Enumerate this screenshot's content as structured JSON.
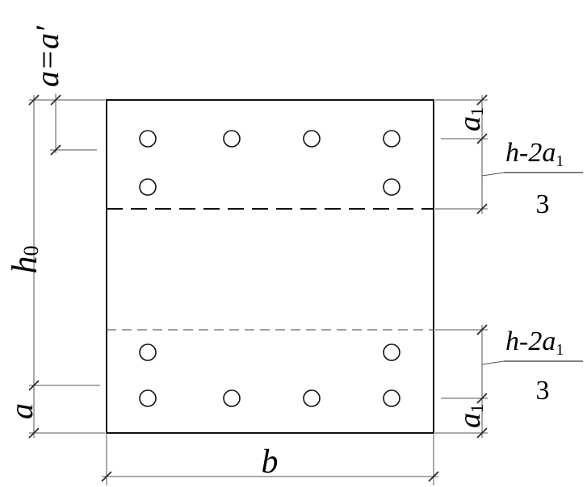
{
  "labels": {
    "top_cover": "a=a′",
    "effective_depth_h": "h",
    "effective_depth_sub": "0",
    "bottom_cover": "a",
    "width": "b",
    "edge_a": "a",
    "edge_a_sub": "1",
    "spacing_numerator": "h-2a",
    "spacing_sub": "1",
    "spacing_denominator": "3"
  },
  "colors": {
    "line": "#111111",
    "background": "#ffffff"
  }
}
